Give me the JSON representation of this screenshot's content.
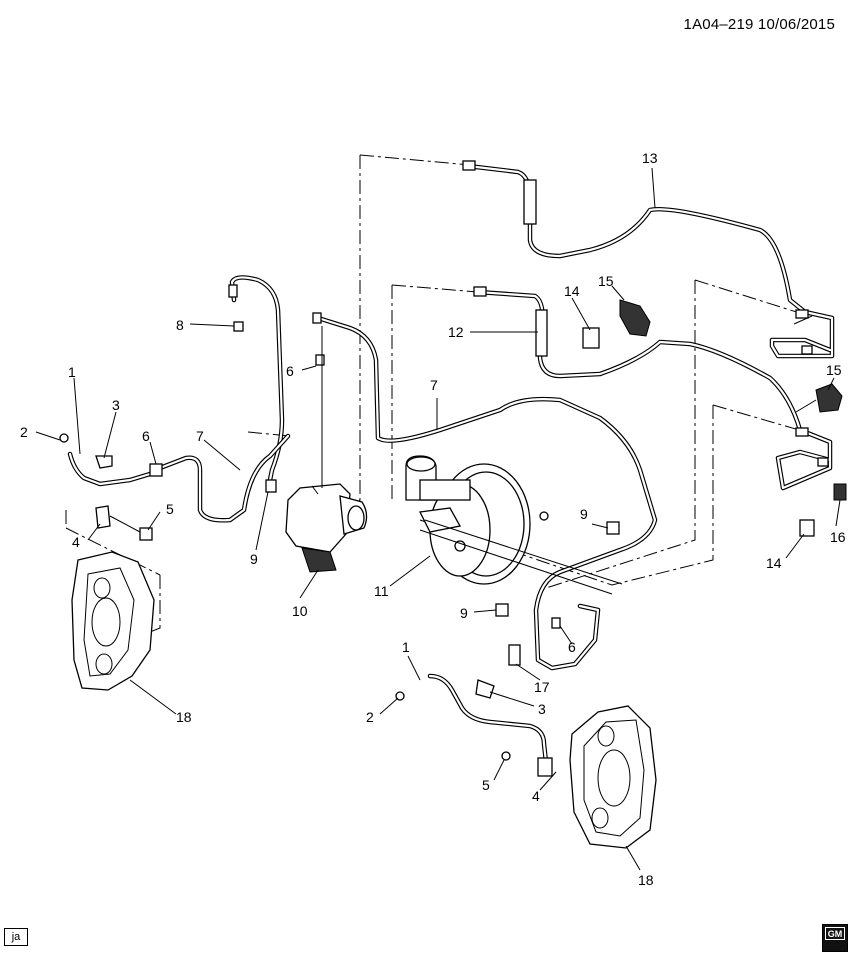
{
  "header": {
    "doc_id": "1A04–219  10/06/2015"
  },
  "footer": {
    "tag": "ja",
    "logo": "GM"
  },
  "callouts": [
    "1",
    "2",
    "3",
    "4",
    "5",
    "6",
    "7",
    "8",
    "9",
    "10",
    "11",
    "12",
    "13",
    "14",
    "15",
    "16",
    "17",
    "18"
  ]
}
